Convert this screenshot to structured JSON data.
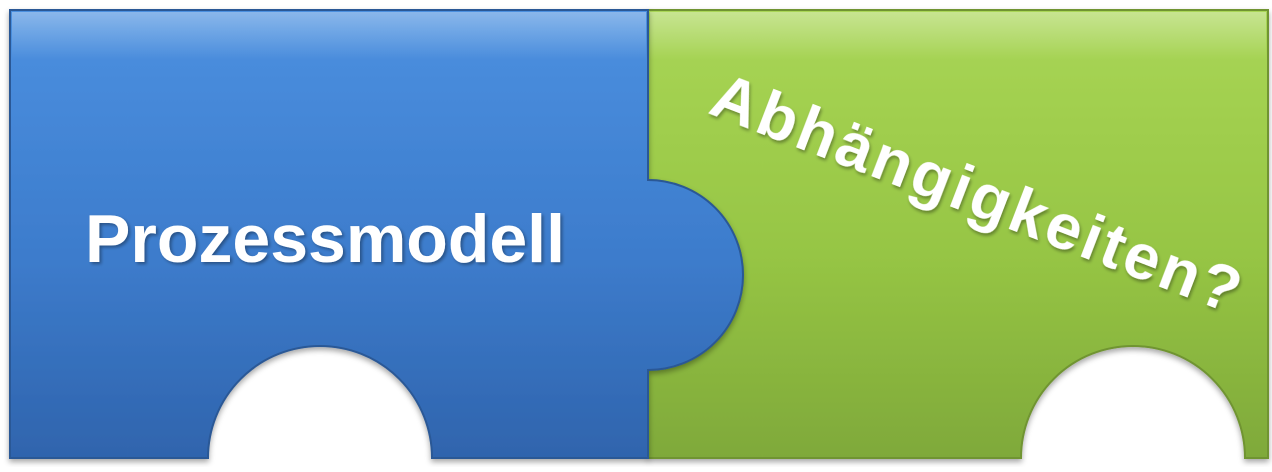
{
  "pieces": [
    {
      "id": "left",
      "label": "Prozessmodell",
      "color": "#3f7fcf"
    },
    {
      "id": "right",
      "label": "Abhängigkeiten?",
      "color": "#93c23f"
    }
  ],
  "colors": {
    "text": "#ffffff",
    "blue_light": "#4d92e2",
    "blue_dark": "#2f62a8",
    "green_light": "#a7d454",
    "green_dark": "#7ea737"
  }
}
